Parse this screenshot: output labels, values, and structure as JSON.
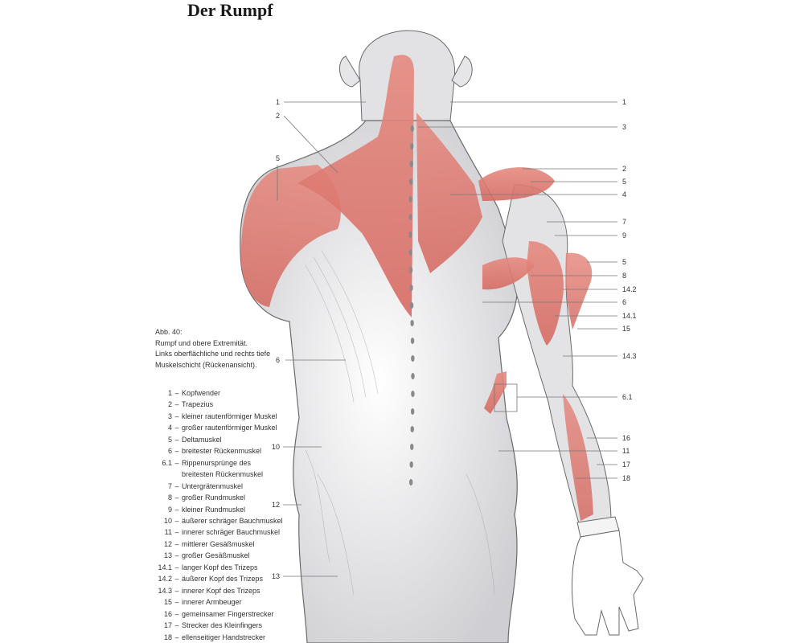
{
  "page": {
    "title": "Der Rumpf"
  },
  "caption": {
    "line1": "Abb. 40:",
    "line2": "Rumpf und obere Extremität.",
    "line3": "Links oberflächliche und rechts tiefe",
    "line4": "Muskelschicht (Rückenansicht)."
  },
  "legend": [
    {
      "num": "1",
      "name": "Kopfwender"
    },
    {
      "num": "2",
      "name": "Trapezius"
    },
    {
      "num": "3",
      "name": "kleiner rautenförmiger Muskel"
    },
    {
      "num": "4",
      "name": "großer rautenförmiger Muskel"
    },
    {
      "num": "5",
      "name": "Deltamuskel"
    },
    {
      "num": "6",
      "name": "breitester Rückenmuskel"
    },
    {
      "num": "6.1",
      "name": "Rippenursprünge des"
    },
    {
      "num": "",
      "name": "breitesten Rückenmuskel"
    },
    {
      "num": "7",
      "name": "Untergrätenmuskel"
    },
    {
      "num": "8",
      "name": "großer Rundmuskel"
    },
    {
      "num": "9",
      "name": "kleiner Rundmuskel"
    },
    {
      "num": "10",
      "name": "äußerer schräger Bauchmuskel"
    },
    {
      "num": "11",
      "name": "innerer schräger Bauchmuskel"
    },
    {
      "num": "12",
      "name": "mittlerer Gesäßmuskel"
    },
    {
      "num": "13",
      "name": "großer Gesäßmuskel"
    },
    {
      "num": "14.1",
      "name": "langer Kopf des Trizeps"
    },
    {
      "num": "14.2",
      "name": "äußerer Kopf des Trizeps"
    },
    {
      "num": "14.3",
      "name": "innerer Kopf des Trizeps"
    },
    {
      "num": "15",
      "name": "innerer Armbeuger"
    },
    {
      "num": "16",
      "name": "gemeinsamer Fingerstrecker"
    },
    {
      "num": "17",
      "name": "Strecker des Kleinfingers"
    },
    {
      "num": "18",
      "name": "ellenseitiger Handstrecker"
    }
  ],
  "left_labels": [
    "1",
    "2",
    "5",
    "6",
    "10",
    "12",
    "13"
  ],
  "right_labels": [
    "1",
    "3",
    "2",
    "5",
    "4",
    "7",
    "9",
    "5",
    "8",
    "14.2",
    "6",
    "14.1",
    "15",
    "14.3",
    "6.1",
    "16",
    "11",
    "17",
    "18"
  ],
  "colors": {
    "muscle": "#dd7b72",
    "muscle_dark": "#c65c55",
    "skin_shade": "#d9d9dc",
    "outline": "#6a6a6a",
    "leader": "#777777"
  }
}
